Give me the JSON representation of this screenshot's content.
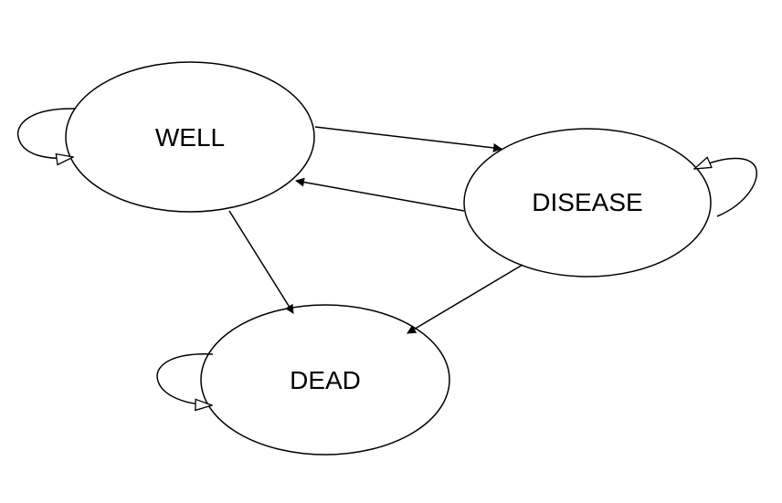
{
  "diagram": {
    "nodes": {
      "well": {
        "label": "WELL"
      },
      "disease": {
        "label": "DISEASE"
      },
      "dead": {
        "label": "DEAD"
      }
    },
    "edges": [
      {
        "from": "WELL",
        "to": "DISEASE"
      },
      {
        "from": "DISEASE",
        "to": "WELL"
      },
      {
        "from": "WELL",
        "to": "DEAD"
      },
      {
        "from": "DISEASE",
        "to": "DEAD"
      },
      {
        "from": "WELL",
        "to": "WELL"
      },
      {
        "from": "DISEASE",
        "to": "DISEASE"
      },
      {
        "from": "DEAD",
        "to": "DEAD"
      }
    ],
    "colors": {
      "stroke": "#000000",
      "background": "#ffffff"
    }
  }
}
